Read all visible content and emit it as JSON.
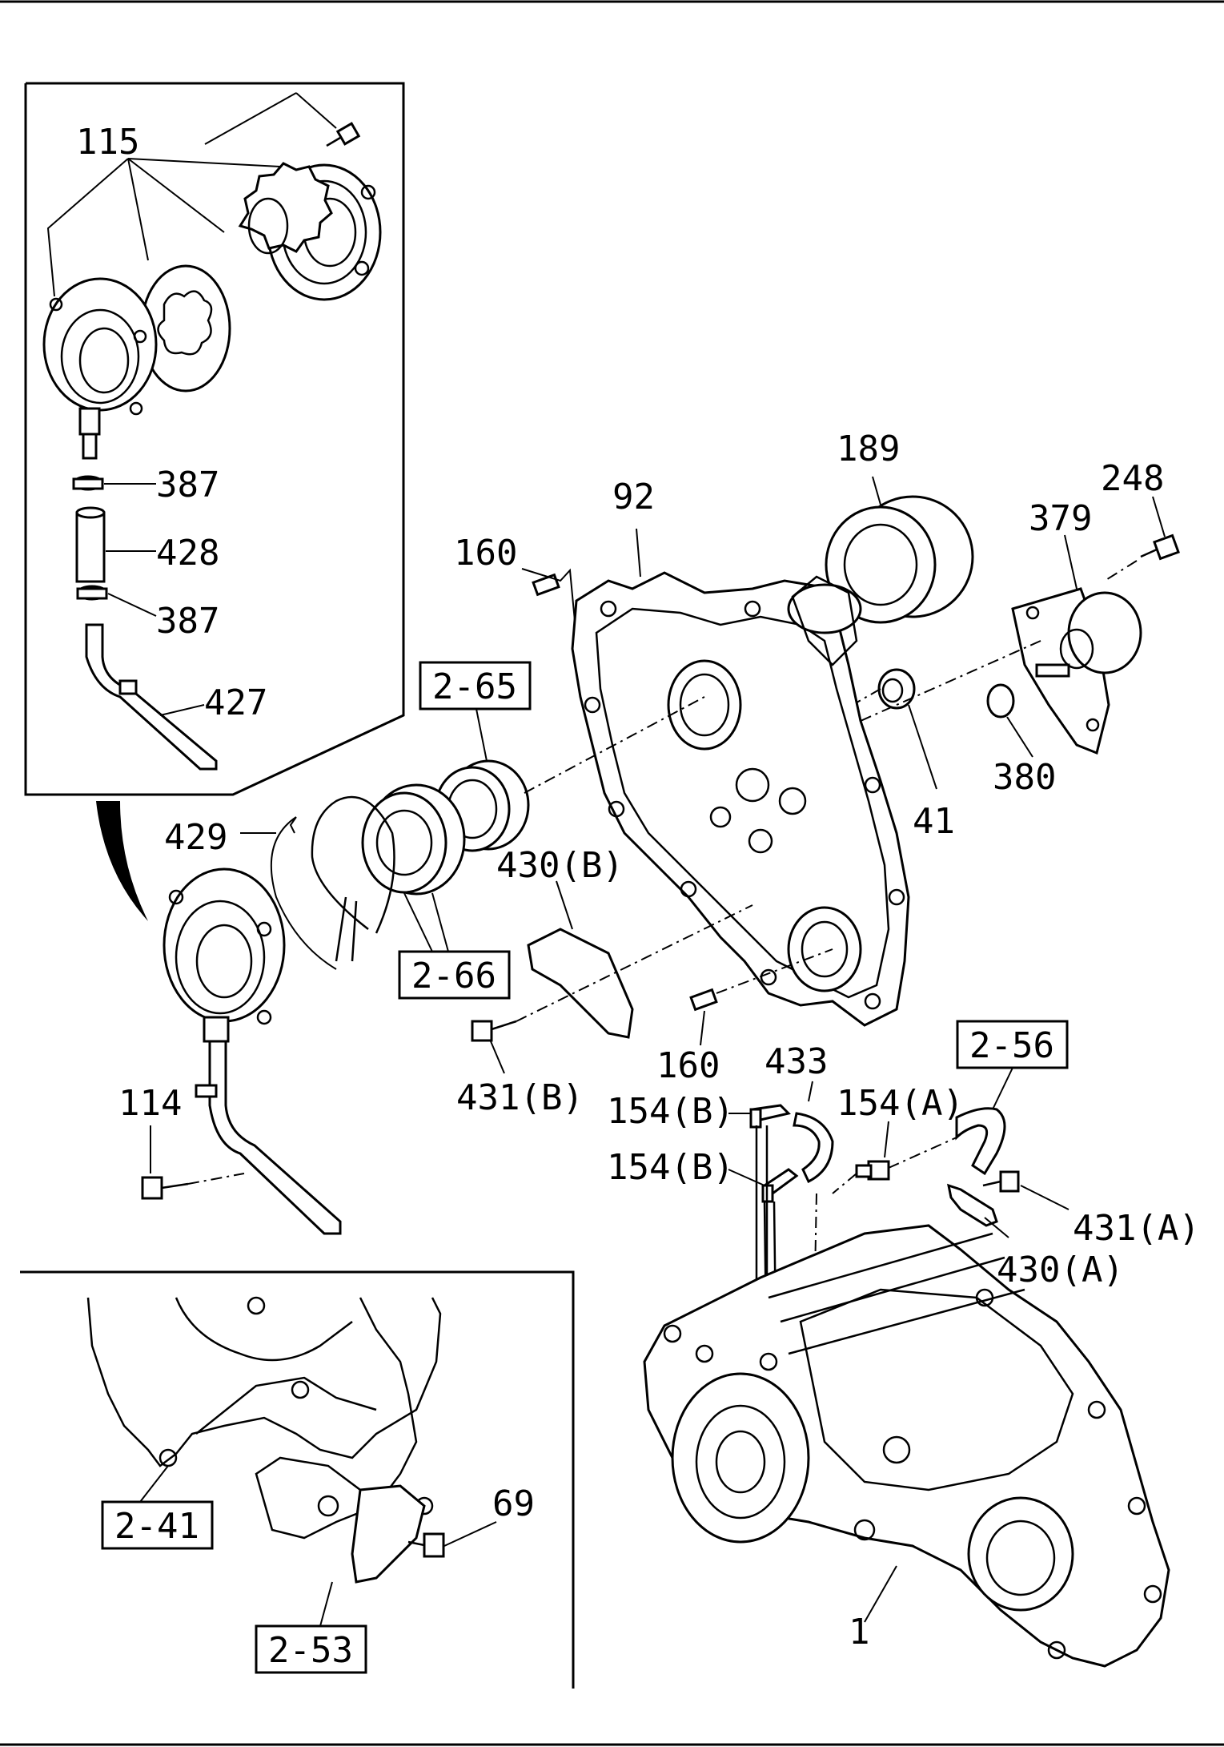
{
  "labels": {
    "l115": "115",
    "l387a": "387",
    "l428": "428",
    "l387b": "387",
    "l427": "427",
    "l189": "189",
    "l248": "248",
    "l92": "92",
    "l379": "379",
    "l160a": "160",
    "l380": "380",
    "l41": "41",
    "l429": "429",
    "l430b": "430(B)",
    "l431b": "431(B)",
    "l160b": "160",
    "l433": "433",
    "l114": "114",
    "l154b1": "154(B)",
    "l154a": "154(A)",
    "l154b2": "154(B)",
    "l431a": "431(A)",
    "l430a": "430(A)",
    "l69": "69",
    "l1": "1"
  },
  "refs": {
    "r265": "2-65",
    "r266": "2-66",
    "r256": "2-56",
    "r241": "2-41",
    "r253": "2-53"
  }
}
